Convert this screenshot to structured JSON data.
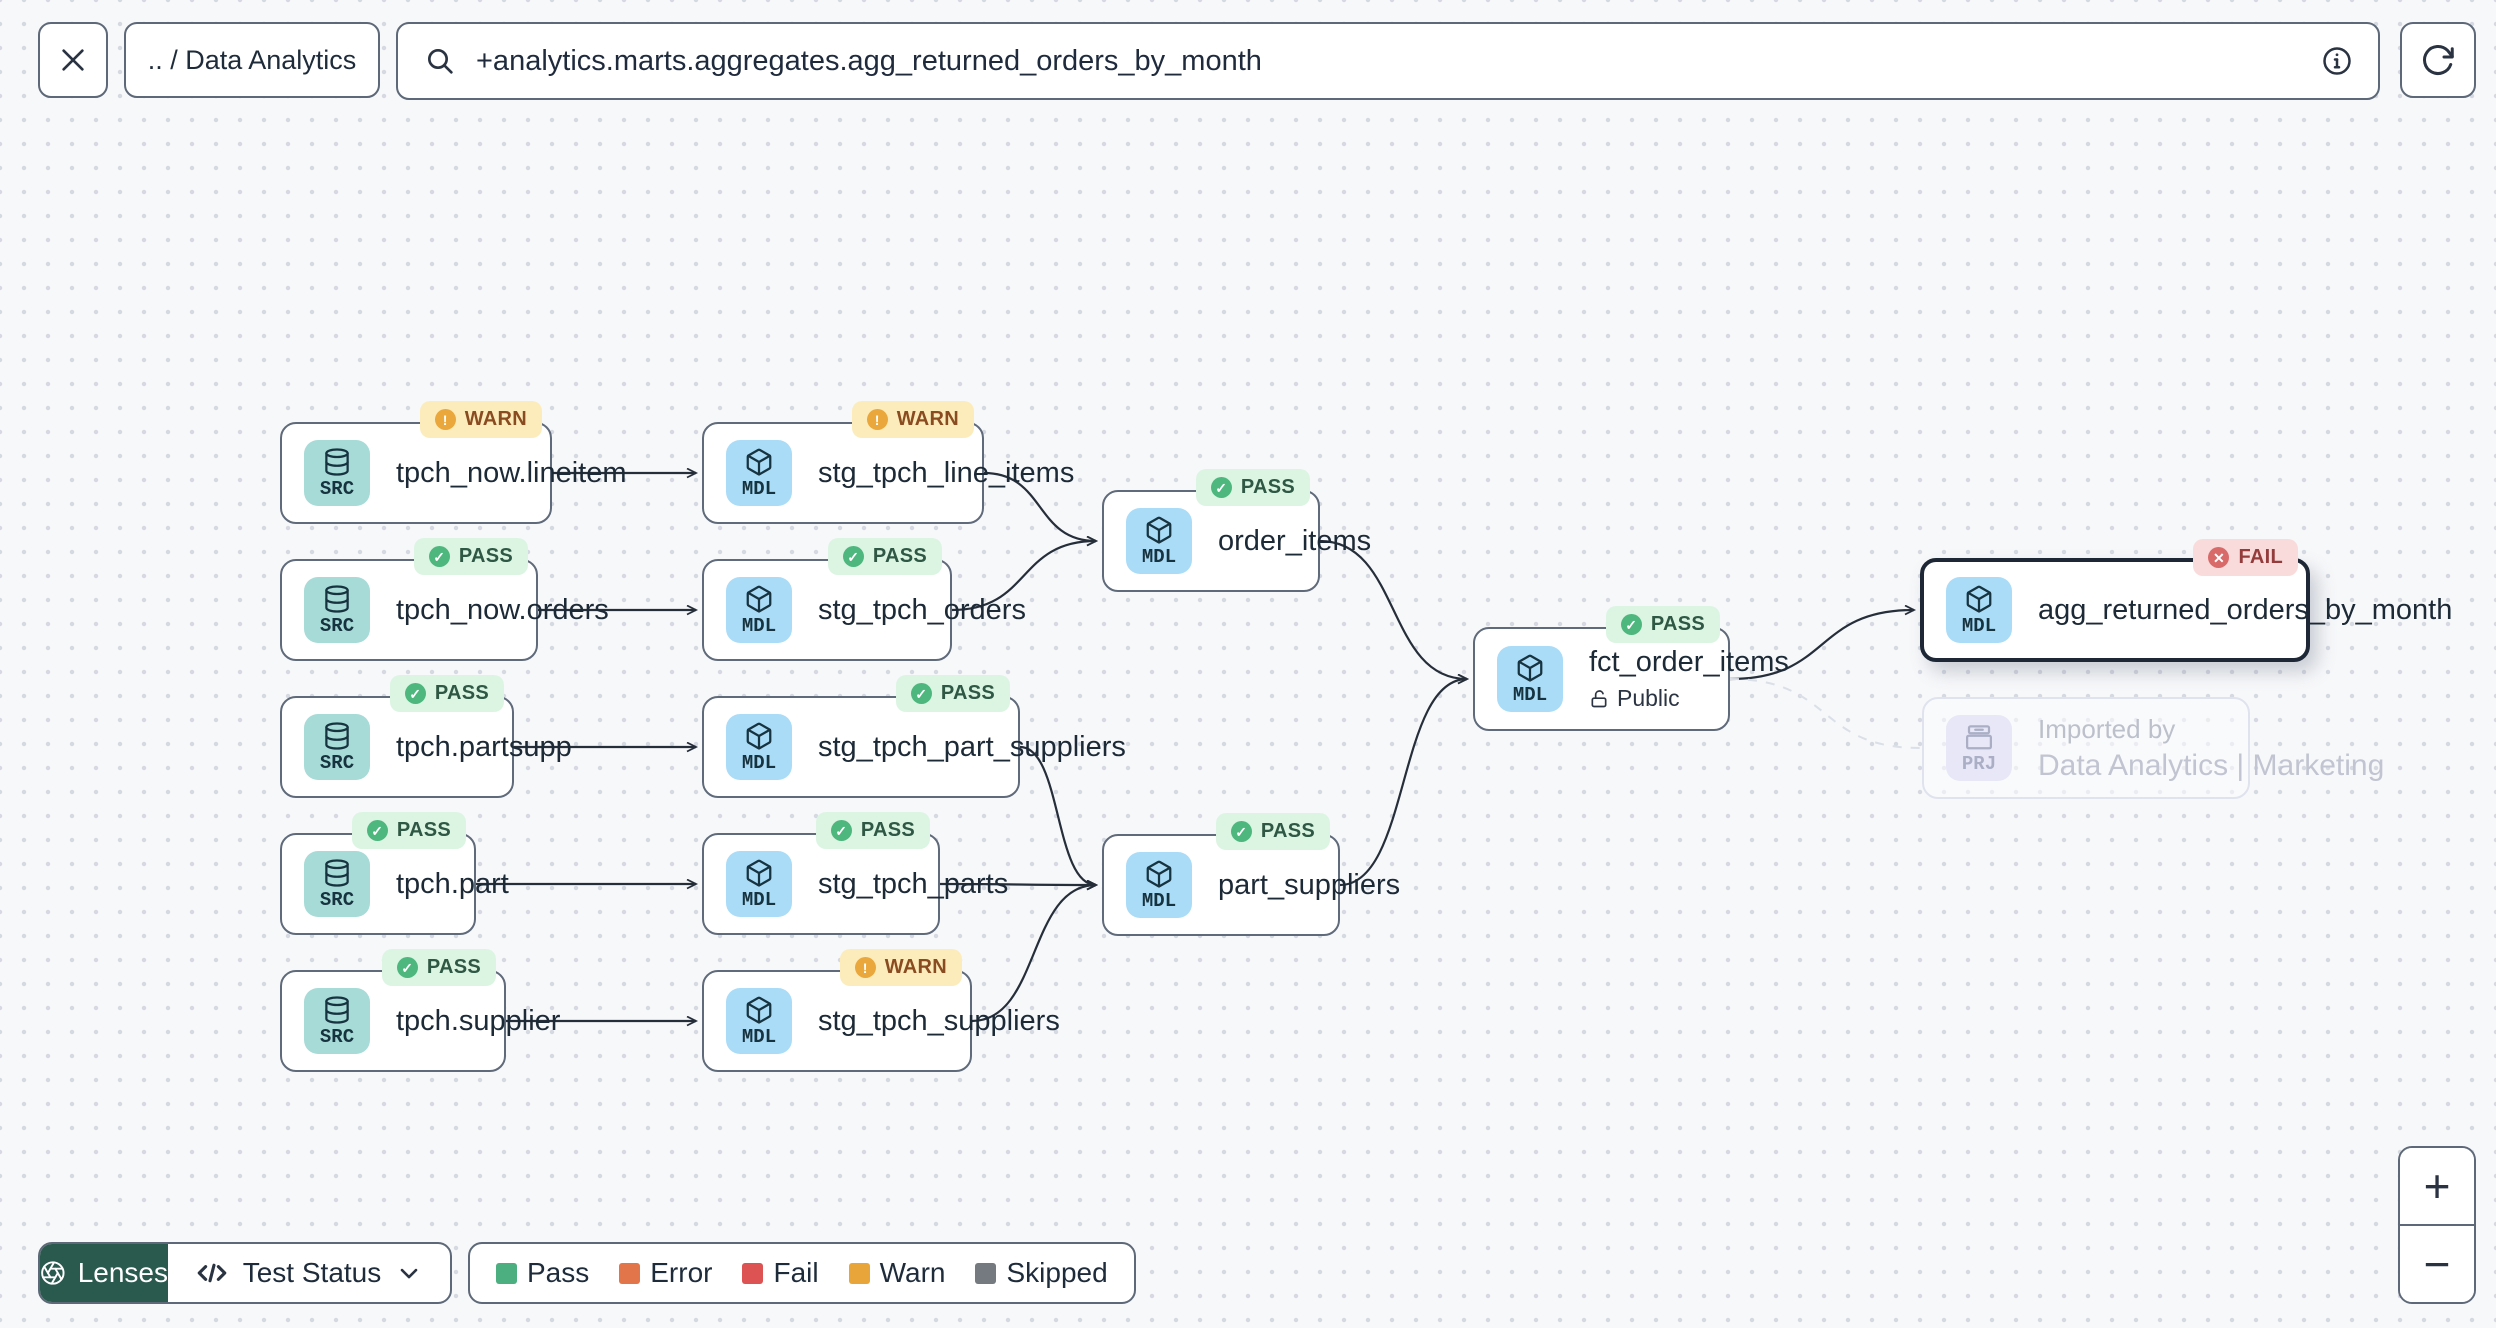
{
  "topbar": {
    "breadcrumb": ".. / Data Analytics",
    "search": {
      "value": "+analytics.marts.aggregates.agg_returned_orders_by_month"
    },
    "icons": {
      "close": "close-icon",
      "search": "search-icon",
      "info": "info-icon",
      "refresh": "refresh-icon"
    }
  },
  "graph": {
    "nodes": [
      {
        "id": "tpch_now_lineitem",
        "kind": "SRC",
        "icon": "database-icon",
        "label": "tpch_now.lineitem",
        "status": "WARN"
      },
      {
        "id": "tpch_now_orders",
        "kind": "SRC",
        "icon": "database-icon",
        "label": "tpch_now.orders",
        "status": "PASS"
      },
      {
        "id": "tpch_partsupp",
        "kind": "SRC",
        "icon": "database-icon",
        "label": "tpch.partsupp",
        "status": "PASS"
      },
      {
        "id": "tpch_part",
        "kind": "SRC",
        "icon": "database-icon",
        "label": "tpch.part",
        "status": "PASS"
      },
      {
        "id": "tpch_supplier",
        "kind": "SRC",
        "icon": "database-icon",
        "label": "tpch.supplier",
        "status": "PASS"
      },
      {
        "id": "stg_tpch_line_items",
        "kind": "MDL",
        "icon": "cube-icon",
        "label": "stg_tpch_line_items",
        "status": "WARN"
      },
      {
        "id": "stg_tpch_orders",
        "kind": "MDL",
        "icon": "cube-icon",
        "label": "stg_tpch_orders",
        "status": "PASS"
      },
      {
        "id": "stg_tpch_part_suppliers",
        "kind": "MDL",
        "icon": "cube-icon",
        "label": "stg_tpch_part_suppliers",
        "status": "PASS"
      },
      {
        "id": "stg_tpch_parts",
        "kind": "MDL",
        "icon": "cube-icon",
        "label": "stg_tpch_parts",
        "status": "PASS"
      },
      {
        "id": "stg_tpch_suppliers",
        "kind": "MDL",
        "icon": "cube-icon",
        "label": "stg_tpch_suppliers",
        "status": "WARN"
      },
      {
        "id": "order_items",
        "kind": "MDL",
        "icon": "cube-icon",
        "label": "order_items",
        "status": "PASS"
      },
      {
        "id": "part_suppliers",
        "kind": "MDL",
        "icon": "cube-icon",
        "label": "part_suppliers",
        "status": "PASS"
      },
      {
        "id": "fct_order_items",
        "kind": "MDL",
        "icon": "cube-icon",
        "label": "fct_order_items",
        "status": "PASS",
        "access": "Public",
        "access_icon": "unlock-icon"
      },
      {
        "id": "agg_returned_orders_by_month",
        "kind": "MDL",
        "icon": "cube-icon",
        "label": "agg_returned_orders_by_month",
        "status": "FAIL",
        "selected": true
      },
      {
        "id": "imported_by",
        "kind": "PRJ",
        "icon": "archive-icon",
        "pre_label": "Imported by",
        "label": "Data Analytics | Marketing",
        "ghost": true
      }
    ],
    "edges": [
      {
        "from": "tpch_now_lineitem",
        "to": "stg_tpch_line_items"
      },
      {
        "from": "tpch_now_orders",
        "to": "stg_tpch_orders"
      },
      {
        "from": "tpch_partsupp",
        "to": "stg_tpch_part_suppliers"
      },
      {
        "from": "tpch_part",
        "to": "stg_tpch_parts"
      },
      {
        "from": "tpch_supplier",
        "to": "stg_tpch_suppliers"
      },
      {
        "from": "stg_tpch_line_items",
        "to": "order_items"
      },
      {
        "from": "stg_tpch_orders",
        "to": "order_items"
      },
      {
        "from": "stg_tpch_part_suppliers",
        "to": "part_suppliers"
      },
      {
        "from": "stg_tpch_parts",
        "to": "part_suppliers"
      },
      {
        "from": "stg_tpch_suppliers",
        "to": "part_suppliers"
      },
      {
        "from": "order_items",
        "to": "fct_order_items"
      },
      {
        "from": "part_suppliers",
        "to": "fct_order_items"
      },
      {
        "from": "fct_order_items",
        "to": "agg_returned_orders_by_month"
      },
      {
        "from": "fct_order_items",
        "to": "imported_by",
        "dashed": true
      }
    ]
  },
  "lenses": {
    "label": "Lenses",
    "icon": "aperture-icon",
    "selected_lens": "Test Status",
    "selector_icon": "code-icon",
    "chevron_icon": "chevron-down-icon"
  },
  "legend": {
    "items": [
      {
        "label": "Pass",
        "color": "#4caf7f"
      },
      {
        "label": "Error",
        "color": "#e2764a"
      },
      {
        "label": "Fail",
        "color": "#dd5353"
      },
      {
        "label": "Warn",
        "color": "#e8a63a"
      },
      {
        "label": "Skipped",
        "color": "#757a80"
      }
    ]
  },
  "zoom_controls": {
    "zoom_in": "+",
    "zoom_out": "−"
  },
  "colors": {
    "lenses_button_bg": "#2a5a4e",
    "pass_badge_bg": "#dcf5e2",
    "pass_badge_icon": "#4eb77e",
    "pass_badge_text": "#2e5844",
    "warn_badge_bg": "#fcecbc",
    "warn_badge_icon": "#e9a73c",
    "warn_badge_text": "#8a4b21",
    "fail_badge_bg": "#f9dbdb",
    "fail_badge_icon": "#d96a6a",
    "fail_badge_text": "#943c3c",
    "src_icon_bg": "#a7dbd7",
    "mdl_icon_bg": "#aadcf8",
    "prj_icon_bg": "#e7e7f7",
    "edge": "#262e3a",
    "node_border": "#5f6a7a",
    "selected_border": "#1d2736",
    "canvas_bg": "#f7f8fa"
  }
}
